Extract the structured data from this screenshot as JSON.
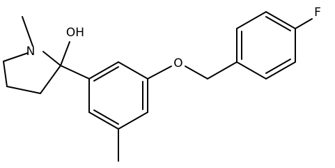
{
  "diagram": {
    "type": "skeletal-structure",
    "colors": {
      "bond": "#000000",
      "label": "#000000",
      "background": "#ffffff"
    },
    "atom_labels": {
      "nitrogen": "N",
      "hydroxyl": "OH",
      "ether_oxygen": "O",
      "fluorine": "F"
    }
  }
}
